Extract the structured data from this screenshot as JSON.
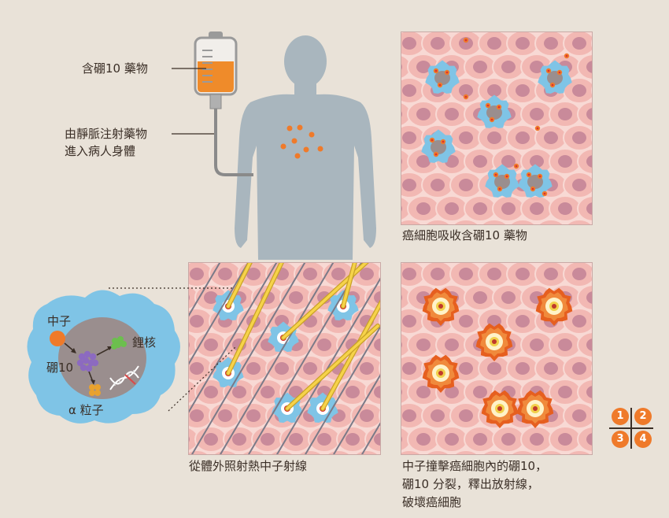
{
  "labels": {
    "boron_drug": "含硼10 藥物",
    "iv_line1": "由靜脈注射藥物",
    "iv_line2": "進入病人身體",
    "neutron": "中子",
    "boron10": "硼10",
    "lithium": "鋰核",
    "alpha": "α 粒子"
  },
  "captions": {
    "panel2": "癌細胞吸收含硼10 藥物",
    "panel3": "從體外照射熱中子射線",
    "panel4_line1": "中子撞擊癌細胞內的硼10，",
    "panel4_line2": "硼10 分裂，釋出放射線，",
    "panel4_line3": "破壞癌細胞"
  },
  "legend": [
    "1",
    "2",
    "3",
    "4"
  ],
  "colors": {
    "background": "#e9e2d8",
    "body": "#a9b6be",
    "drug": "#ef7a2a",
    "cancer_cell": "#7fc4e6",
    "normal_cell": "#f2b8b3",
    "nucleus": "#c98a9a",
    "beam": "#f6c92b"
  }
}
